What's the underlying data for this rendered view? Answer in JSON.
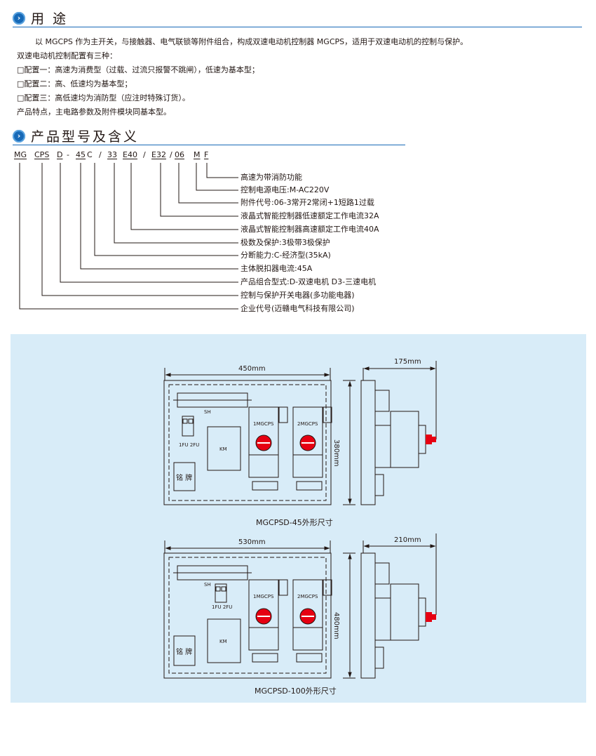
{
  "usage": {
    "title": "用 途",
    "paragraphs": [
      "以 MGCPS 作为主开关，与接触器、电气联锁等附件组合，构成双速电动机控制器 MGCPS，适用于双速电动机的控制与保护。",
      "双速电动机控制配置有三种：",
      "□配置一：高速为消费型（过载、过流只报警不跳闸），低速为基本型；",
      "□配置二：高、低速均为基本型；",
      "□配置三：高低速均为消防型（应注时特殊订货）。",
      "产品特点，主电路参数及附件模块同基本型。"
    ]
  },
  "model": {
    "title": "产品型号及含义",
    "code_segments": [
      "MG",
      "CPS",
      "D",
      "-",
      "45",
      "C",
      "/",
      "33",
      "E40",
      "/",
      "E32",
      "/",
      "06",
      "M",
      "F"
    ],
    "descriptions": [
      "高速为带消防功能",
      "控制电源电压:M-AC220V",
      "附件代号:06-3常开2常闭+1短路1过载",
      "液晶式智能控制器低速额定工作电流32A",
      "液晶式智能控制器高速额定工作电流40A",
      "极数及保护:3极带3极保护",
      "分断能力:C-经济型(35kA)",
      "主体脱扣器电流:45A",
      "产品组合型式:D-双速电机 D3-三速电机",
      "控制与保护开关电器(多功能电器)",
      "企业代号(迈赣电气科技有限公司)"
    ]
  },
  "drawings": [
    {
      "width_label": "450mm",
      "height_label": "380mm",
      "depth_label": "175mm",
      "caption": "MGCPSD-45外形尺寸",
      "labels": {
        "sh": "SH",
        "fu": "1FU  2FU",
        "km": "KM",
        "breaker1": "1MGCPS",
        "breaker2": "2MGCPS",
        "nameplate": "铭  牌"
      }
    },
    {
      "width_label": "530mm",
      "height_label": "480mm",
      "depth_label": "210mm",
      "caption": "MGCPSD-100外形尺寸",
      "labels": {
        "sh": "SH",
        "fu": "1FU  2FU",
        "km": "KM",
        "breaker1": "1MGCPS",
        "breaker2": "2MGCPS",
        "nameplate": "铭  牌"
      }
    }
  ],
  "colors": {
    "accent": "#1769b7",
    "panel_bg": "#d8ecf8",
    "handle_red": "#e60012"
  }
}
